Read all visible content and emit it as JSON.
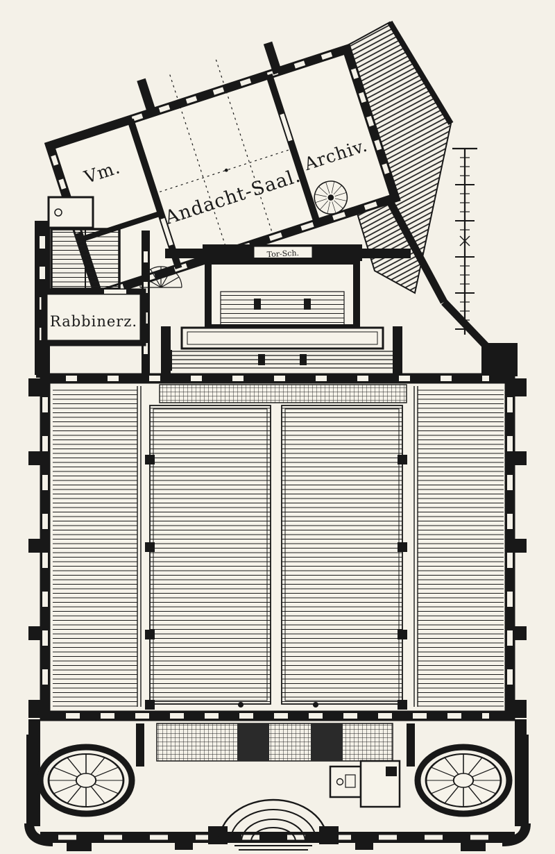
{
  "figure": {
    "labels": {
      "vm": "Vm.",
      "andacht_saal": "Andacht-Saal.",
      "archiv": "Archiv.",
      "rabbinerz": "Rabbinerz.",
      "tor_sch": "Tor-Sch."
    },
    "colors": {
      "paper": "#f4f1e8",
      "ink": "#181818"
    }
  }
}
